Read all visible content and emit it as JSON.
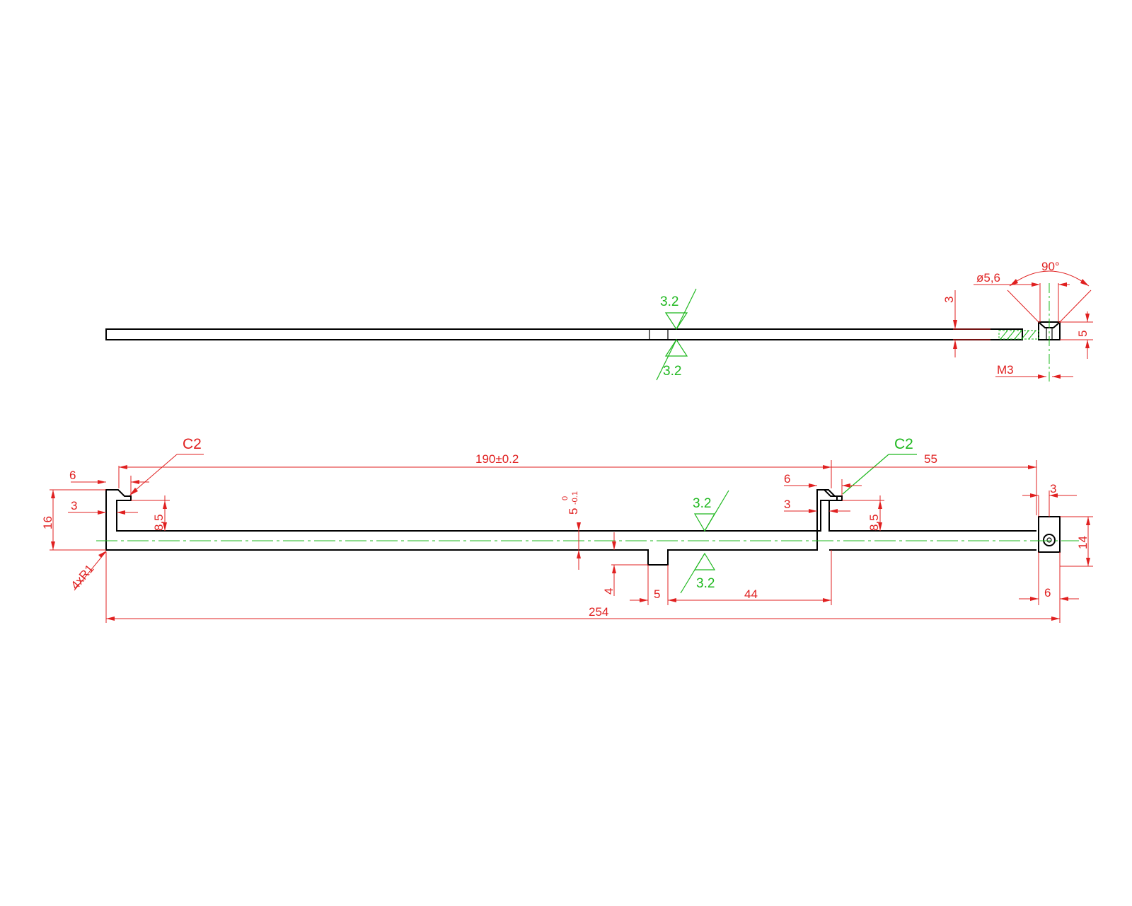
{
  "drawing": {
    "colors": {
      "outline": "#000000",
      "dimension": "#e02020",
      "annotation": "#1fb81f"
    },
    "top_view": {
      "roughness_top": "3.2",
      "roughness_bottom": "3.2",
      "dim_3": "3",
      "dim_5": "5",
      "dim_diameter": "ø5,6",
      "dim_angle": "90°",
      "dim_thread": "M3"
    },
    "front_view": {
      "chamfer_left": "C2",
      "chamfer_right": "C2",
      "dim_190": "190±0.2",
      "dim_55": "55",
      "dim_6_left": "6",
      "dim_3_left": "3",
      "dim_16": "16",
      "dim_8_5_left": "8,5",
      "dim_4xr1": "4xR1",
      "dim_5_tol_base": "5",
      "dim_5_tol_upper": "0",
      "dim_5_tol_lower": "-0.1",
      "roughness_top": "3.2",
      "roughness_bottom": "3.2",
      "dim_6_right": "6",
      "dim_3_right": "3",
      "dim_8_5_right": "8,5",
      "dim_3_end": "3",
      "dim_14": "14",
      "dim_4": "4",
      "dim_5_slot": "5",
      "dim_44": "44",
      "dim_6_end": "6",
      "dim_254": "254"
    }
  }
}
